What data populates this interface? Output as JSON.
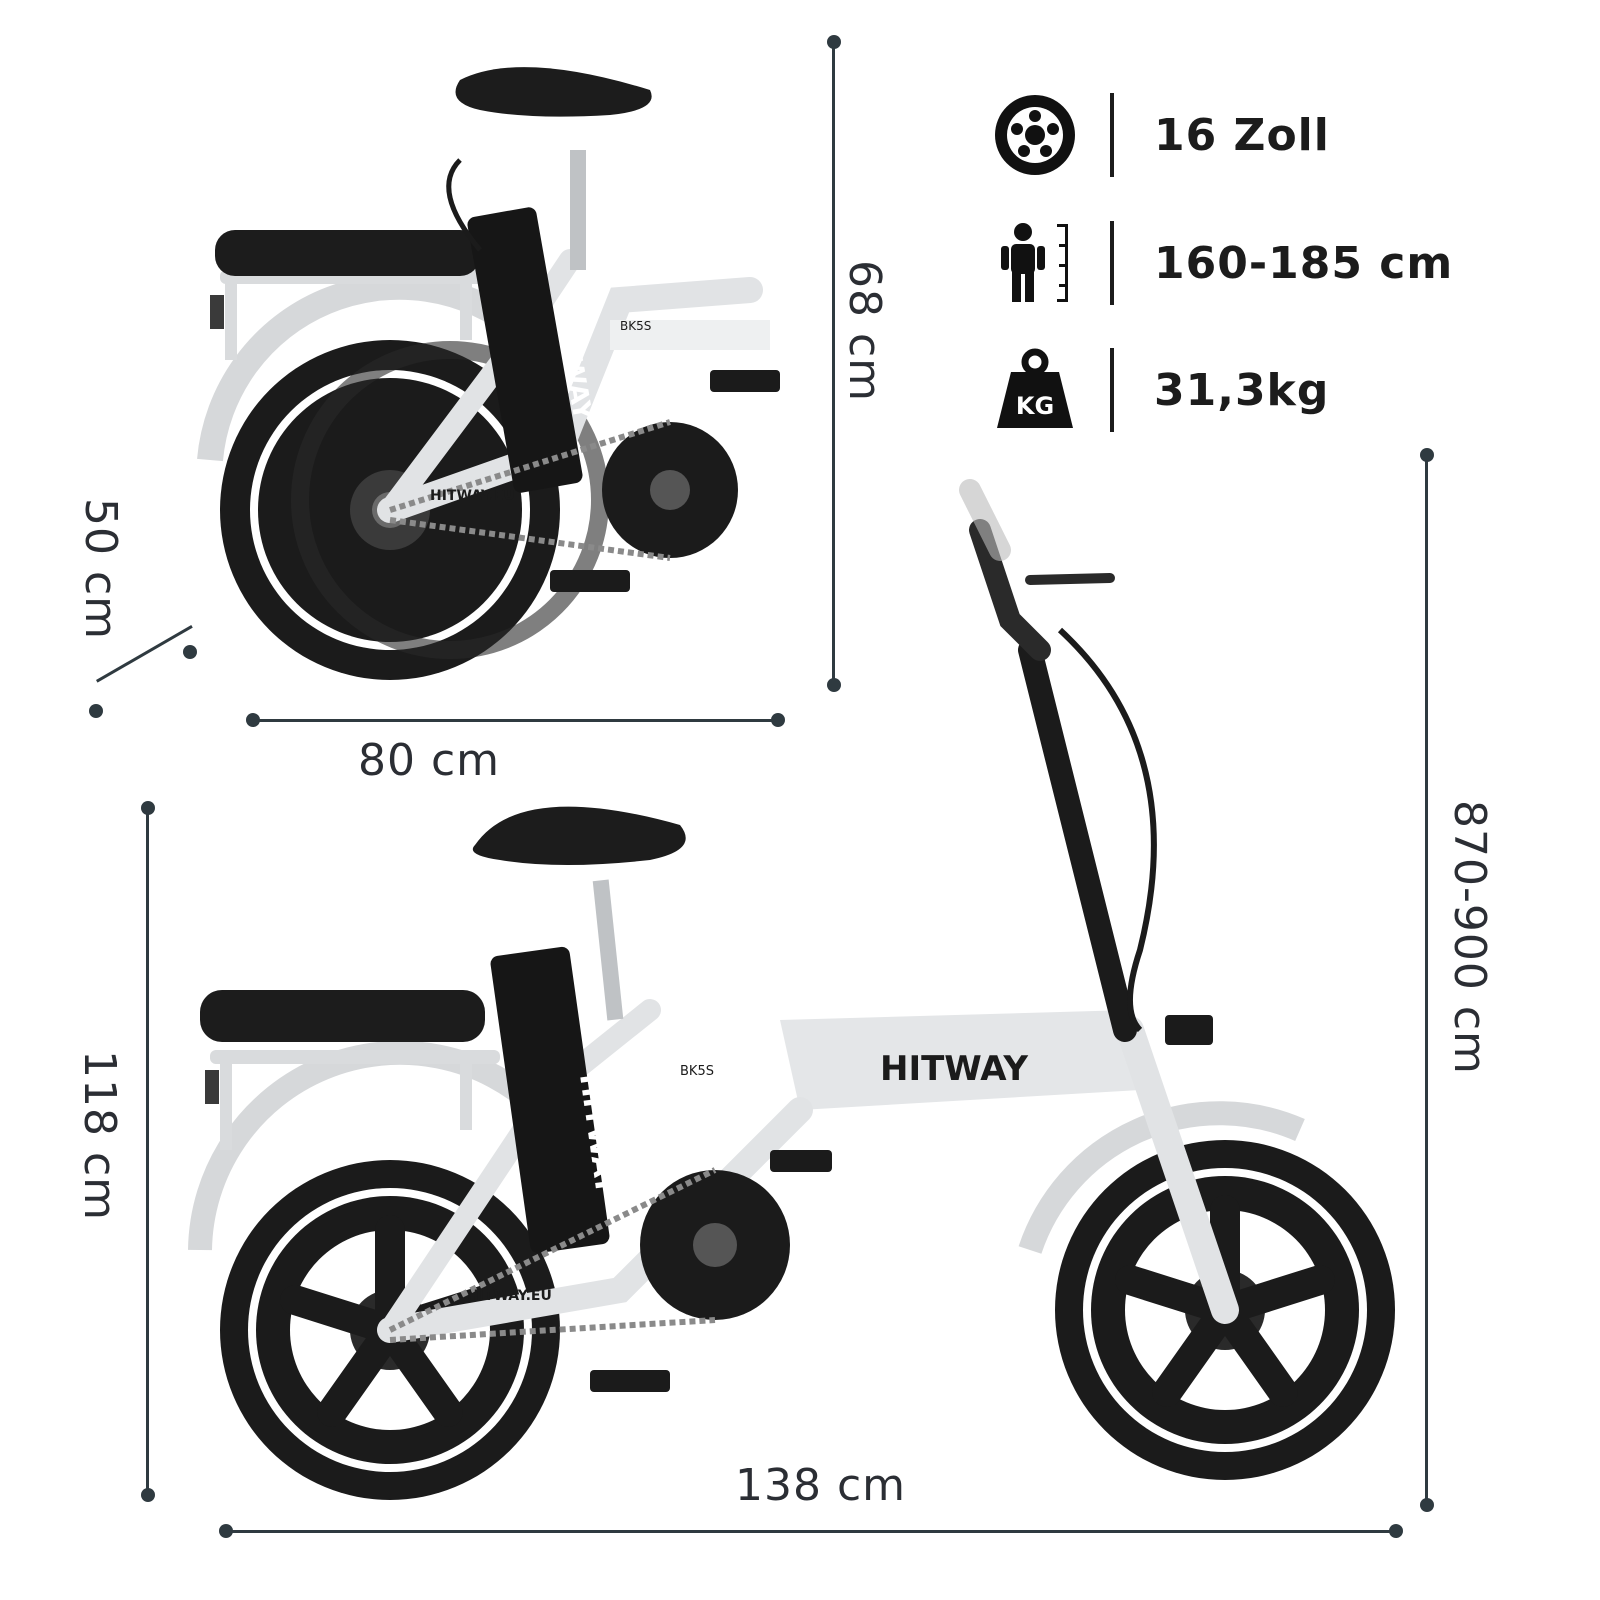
{
  "specs": {
    "wheel": {
      "icon": "wheel-icon",
      "text": "16 Zoll"
    },
    "height": {
      "icon": "person-height-icon",
      "text": "160-185 cm"
    },
    "weight": {
      "icon": "weight-kg-icon",
      "icon_text": "KG",
      "text": "31,3kg"
    }
  },
  "folded": {
    "height_label": "68 cm",
    "depth_label": "50 cm",
    "width_label": "80 cm"
  },
  "unfolded": {
    "height_label": "118 cm",
    "length_label": "138 cm",
    "handlebar_label": "870-900 cm"
  },
  "brand": {
    "frame_logo": "HITWAY",
    "battery_logo": "HITWAY",
    "website": "HITWAY.EU",
    "model": "BK5S"
  },
  "colors": {
    "frame": "#e4e6e8",
    "dark": "#1b1b1b",
    "dim_line": "#2f3a40"
  }
}
